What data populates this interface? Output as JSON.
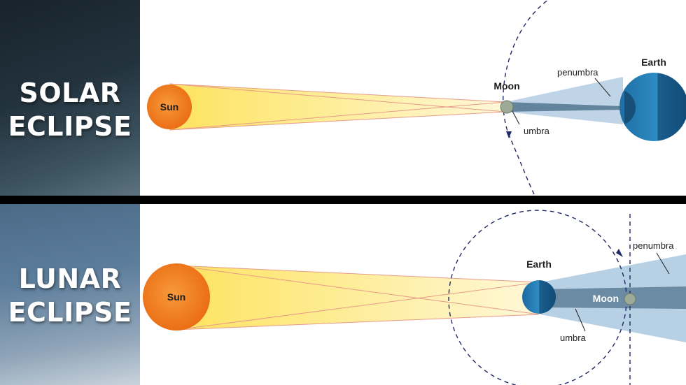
{
  "solar": {
    "title_line1": "SOLAR",
    "title_line2": "ECLIPSE",
    "labels": {
      "sun": "Sun",
      "moon": "Moon",
      "earth": "Earth",
      "penumbra": "penumbra",
      "umbra": "umbra"
    }
  },
  "lunar": {
    "title_line1": "LUNAR",
    "title_line2": "ECLIPSE",
    "labels": {
      "sun": "Sun",
      "earth": "Earth",
      "moon": "Moon",
      "penumbra": "penumbra",
      "umbra": "umbra"
    }
  },
  "colors": {
    "sun": "#f07a1e",
    "sunlight": "#fde77c",
    "earth": "#2a7fb3",
    "penumbra": "#b7cfe3",
    "umbra": "#6d8fa8",
    "moon": "#9aa89a",
    "orbit": "#1f2a66"
  }
}
